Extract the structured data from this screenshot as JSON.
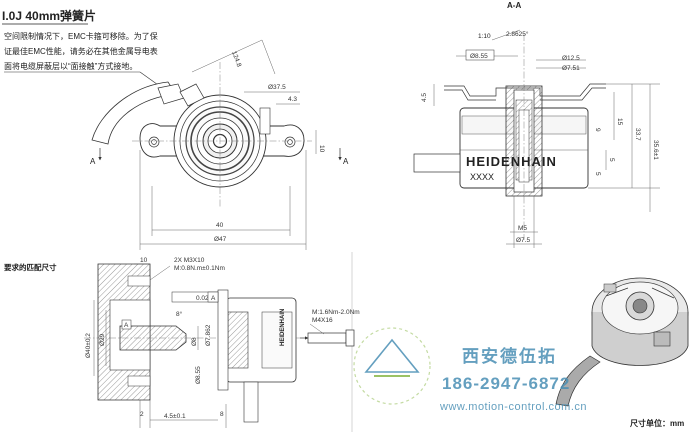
{
  "title": "I.0J 40mm弹簧片",
  "notes": [
    "空间限制情况下，EMC卡箍可移除。为了保",
    "证最佳EMC性能，请务必在其他金属导电表",
    "面将电缆屏蔽层以“面接触”方式接地。"
  ],
  "section_title": "A-A",
  "scale": "1:10",
  "mating_title": "要求的匹配尺寸",
  "unit_label": "尺寸单位：mm",
  "brand_text": "HEIDENHAIN",
  "model_text": "XXXX",
  "watermark": {
    "company": "西安德伍拓",
    "phone": "186-2947-6872",
    "url": "www.motion-control.com.cn",
    "colors": {
      "text": "#4a8fb4",
      "accent": "#8ab84a"
    }
  },
  "front_dims": {
    "d_outer": "124.8",
    "d_37": "Ø37.5",
    "d_43": "4.3",
    "v_10": "10",
    "w_40": "40",
    "d_47": "Ø47",
    "section_mark": "A"
  },
  "section_dims": {
    "angle": "2.8625°",
    "d_855": "Ø8.55",
    "d_125": "Ø12.5",
    "d_751": "Ø7.51",
    "h_45": "4.5",
    "h_15": "15",
    "h_5": "5",
    "h_337": "33.7",
    "h_356": "35.6±1",
    "h_9": "9",
    "h_5b": "5",
    "d_m5": "M5",
    "d_75": "Ø7.5"
  },
  "mating_dims": {
    "top_10": "10",
    "thread": "2X M3X10",
    "torque": "M:0.8N.m±0.1Nm",
    "flatness": "0.02",
    "datum": "A",
    "d_40": "Ø40±0.2",
    "d_29": "Ø29",
    "d_8": "Ø8",
    "angle_8": "8°",
    "d_7862": "Ø7.862",
    "screw_torque": "M:1.6Nm-2.0Nm",
    "screw": "M4X16",
    "d_855": "Ø8.55",
    "bot_2": "2",
    "bot_45": "4.5±0.1",
    "bot_8": "8"
  }
}
